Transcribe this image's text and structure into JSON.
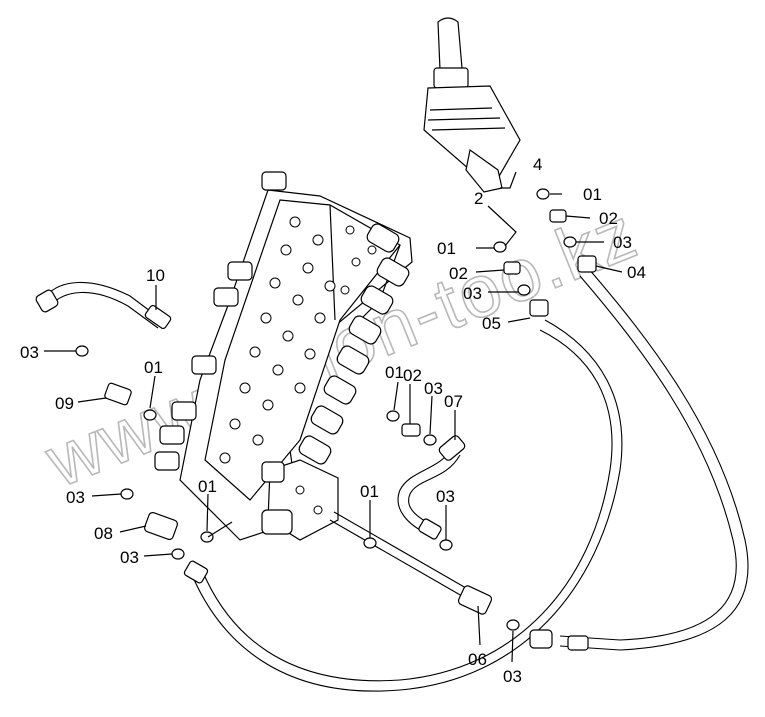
{
  "watermark": "www.simon-too.kz",
  "callouts": [
    {
      "text": "4"
    },
    {
      "text": "2"
    },
    {
      "text": "01"
    },
    {
      "text": "02"
    },
    {
      "text": "03"
    },
    {
      "text": "04"
    },
    {
      "text": "01"
    },
    {
      "text": "02"
    },
    {
      "text": "03"
    },
    {
      "text": "05"
    },
    {
      "text": "10"
    },
    {
      "text": "03"
    },
    {
      "text": "01"
    },
    {
      "text": "09"
    },
    {
      "text": "01"
    },
    {
      "text": "02"
    },
    {
      "text": "03"
    },
    {
      "text": "07"
    },
    {
      "text": "03"
    },
    {
      "text": "01"
    },
    {
      "text": "08"
    },
    {
      "text": "03"
    },
    {
      "text": "01"
    },
    {
      "text": "03"
    },
    {
      "text": "06"
    },
    {
      "text": "03"
    }
  ]
}
